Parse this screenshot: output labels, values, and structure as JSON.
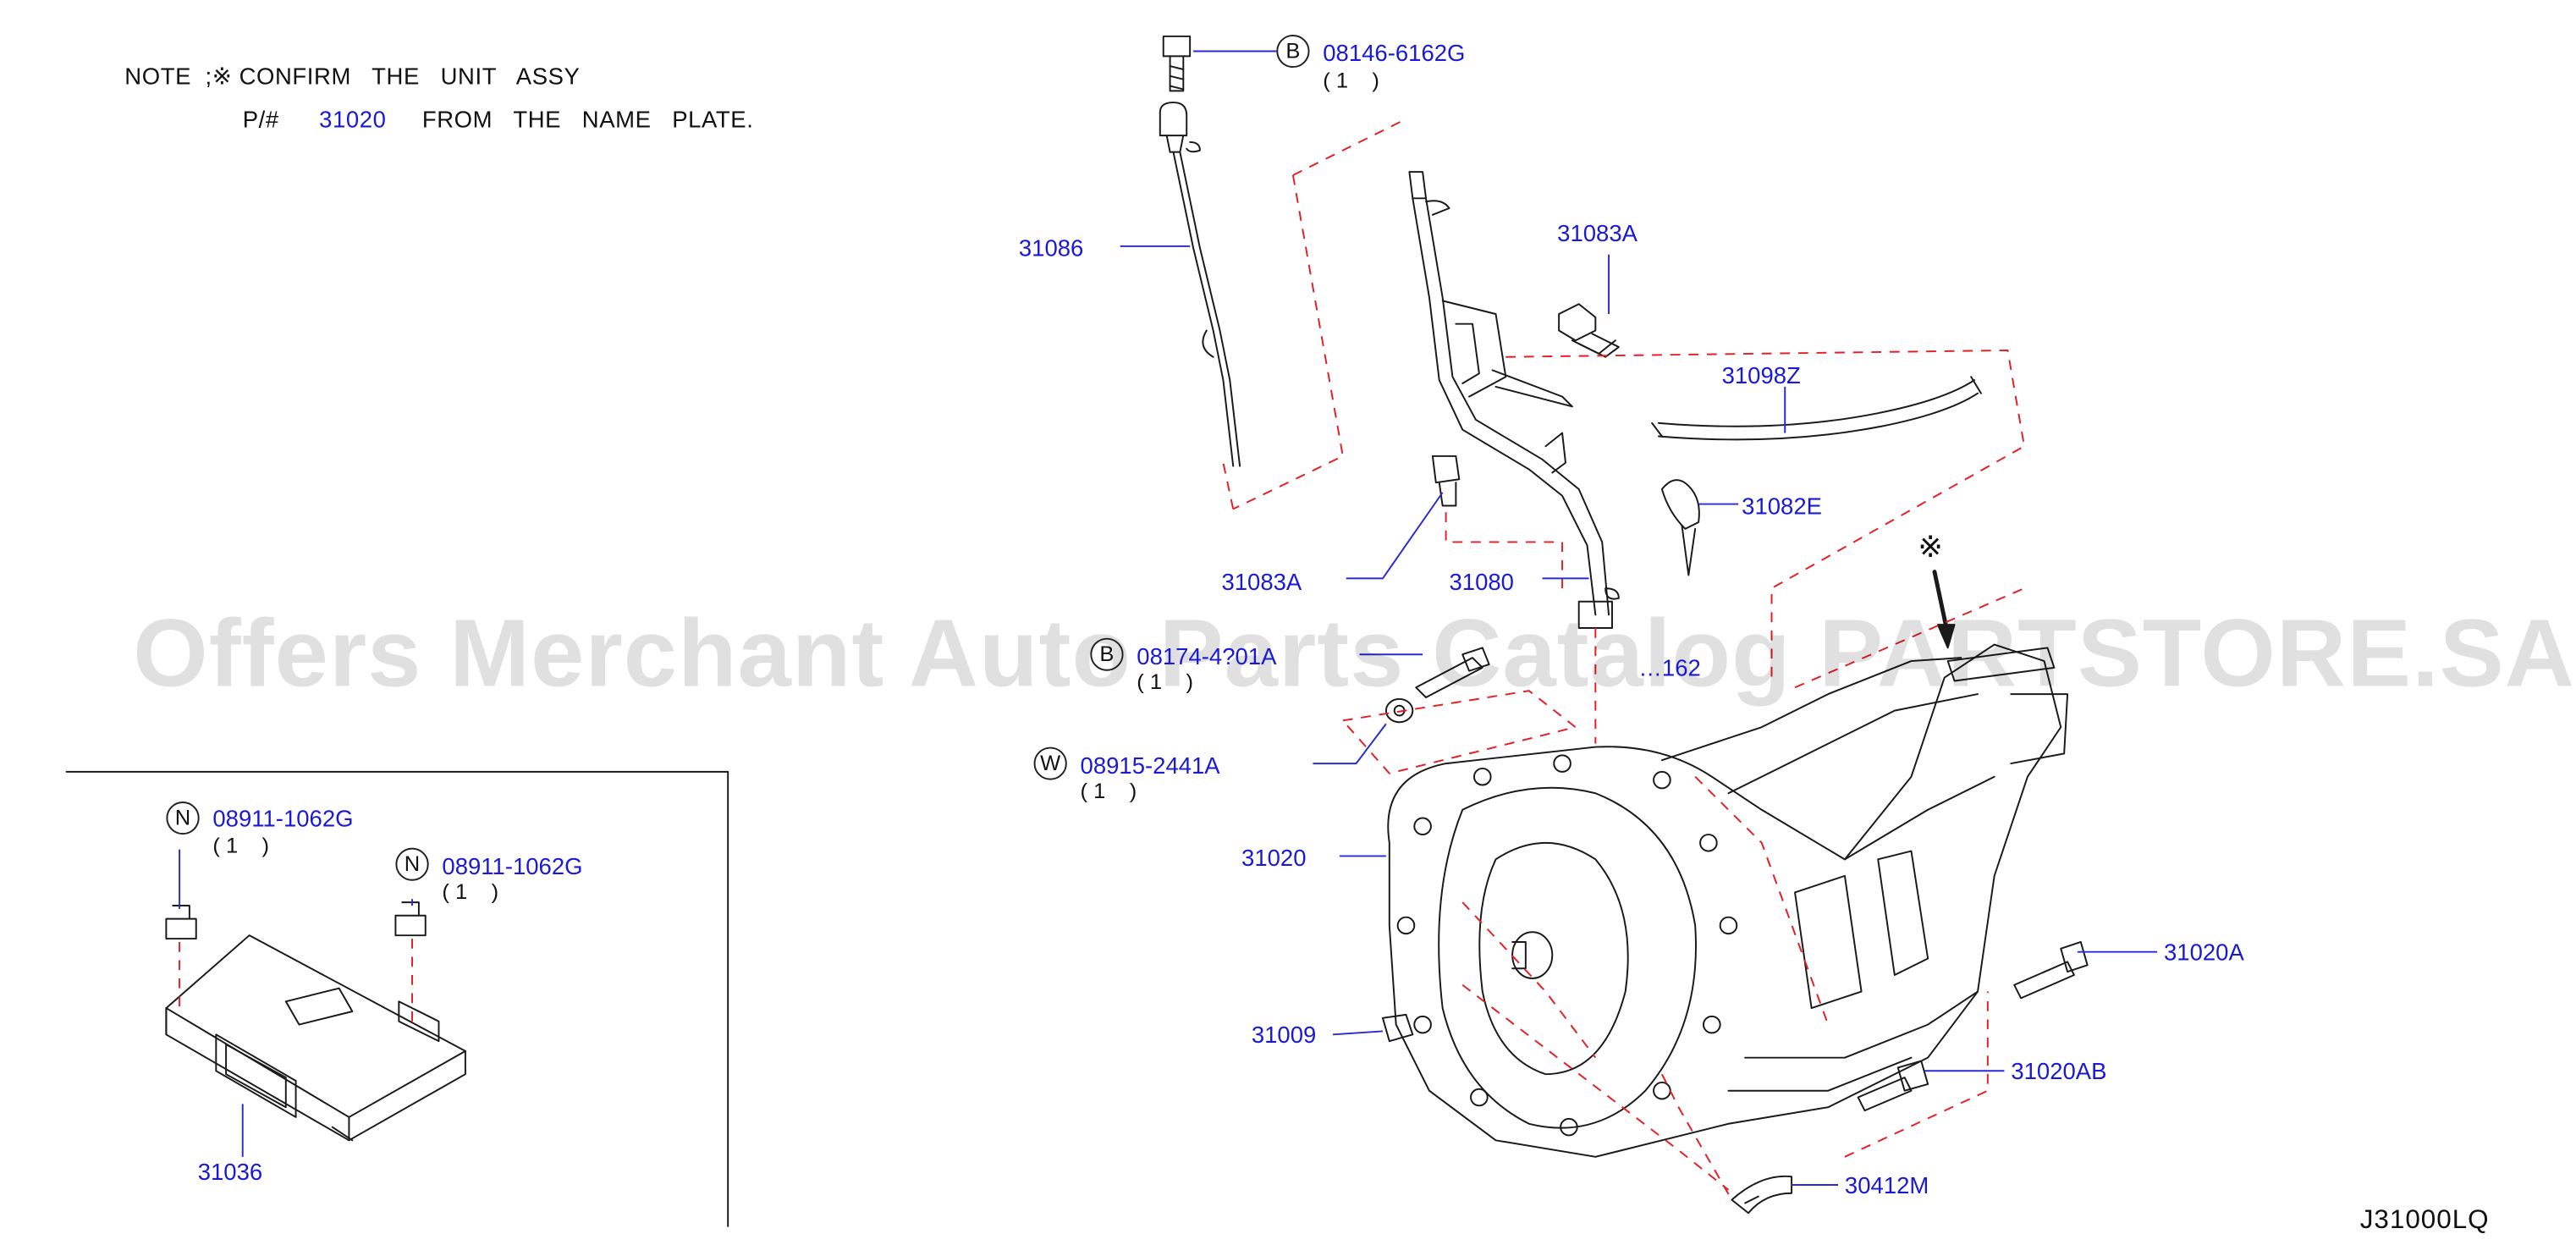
{
  "note": {
    "line1": "NOTE  ;※ CONFIRM   THE   UNIT   ASSY",
    "line2_prefix": "P/#",
    "line2_part": "31020",
    "line2_suffix": "FROM   THE   NAME   PLATE."
  },
  "watermark": "Offers Merchant Auto Parts Catalog PARTSTORE.SA",
  "diagram_code": "J31000LQ",
  "mark_symbol": "※",
  "callouts": [
    {
      "id": "c1",
      "text": "08146-6162G",
      "prefix": "B",
      "qty": "( 1    )"
    },
    {
      "id": "c2",
      "text": "31086"
    },
    {
      "id": "c3",
      "text": "31083A"
    },
    {
      "id": "c4",
      "text": "31098Z"
    },
    {
      "id": "c5",
      "text": "31082E"
    },
    {
      "id": "c6",
      "text": "31083A"
    },
    {
      "id": "c7",
      "text": "31080"
    },
    {
      "id": "c8",
      "text": "08174-4?01A",
      "prefix": "B",
      "qty": "( 1    )"
    },
    {
      "id": "c9",
      "text": "08915-2441A",
      "prefix": "W",
      "qty": "( 1    )"
    },
    {
      "id": "c10",
      "text": "31020"
    },
    {
      "id": "c11",
      "text": "31020A"
    },
    {
      "id": "c12",
      "text": "31009"
    },
    {
      "id": "c13",
      "text": "31020AB"
    },
    {
      "id": "c14",
      "text": "30412M"
    },
    {
      "id": "c15",
      "text": "08911-1062G",
      "prefix": "N",
      "qty": "( 1    )"
    },
    {
      "id": "c16",
      "text": "08911-1062G",
      "prefix": "N",
      "qty": "( 1    )"
    },
    {
      "id": "c17",
      "text": "31036"
    },
    {
      "id": "c18",
      "text": "…162"
    }
  ]
}
